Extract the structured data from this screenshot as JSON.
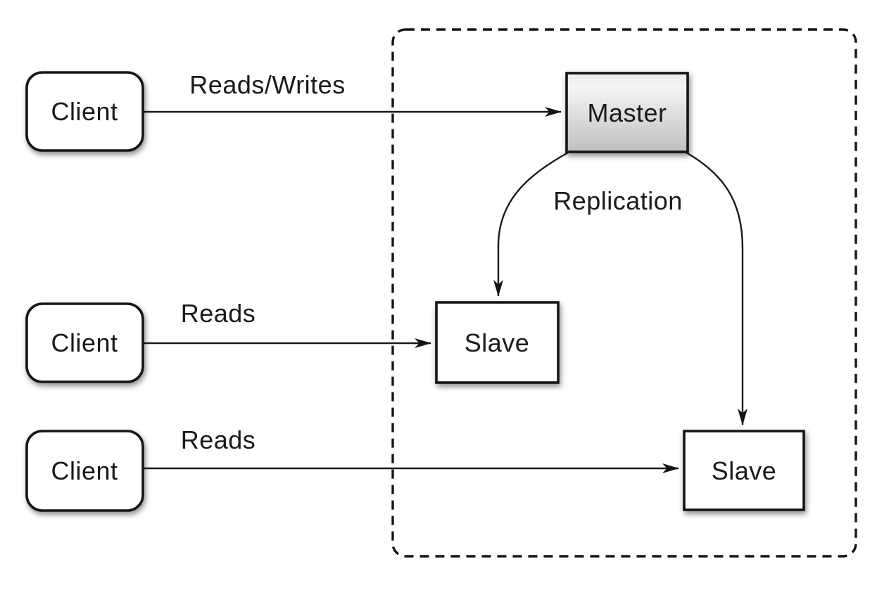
{
  "diagram": {
    "kind": "master-slave-replication-architecture",
    "nodes": {
      "client1": {
        "label": "Client"
      },
      "client2": {
        "label": "Client"
      },
      "client3": {
        "label": "Client"
      },
      "master": {
        "label": "Master"
      },
      "slave1": {
        "label": "Slave"
      },
      "slave2": {
        "label": "Slave"
      }
    },
    "edges": {
      "client1_to_master": {
        "label": "Reads/Writes"
      },
      "client2_to_slave1": {
        "label": "Reads"
      },
      "client3_to_slave2": {
        "label": "Reads"
      },
      "master_to_slaves": {
        "label": "Replication"
      }
    },
    "colors": {
      "background": "#ffffff",
      "stroke": "#141414",
      "text": "#1a1a1a",
      "node_fill": "#ffffff",
      "master_gradient_top": "#ececec",
      "master_gradient_mid": "#f5f5f5",
      "master_gradient_bottom": "#bfbfbf",
      "shadow": "rgba(0,0,0,0.45)"
    }
  }
}
